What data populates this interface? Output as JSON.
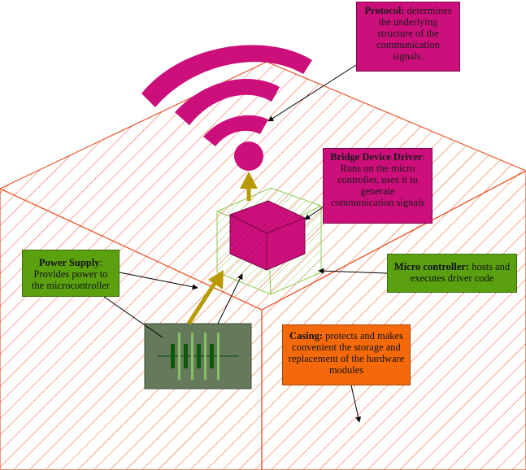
{
  "colors": {
    "casing": "#e8562a",
    "magenta": "#cc0f7a",
    "green": "#5aa00f",
    "battery": "#647a5a",
    "arrow_gold": "#b89a00",
    "orange": "#f46a0a"
  },
  "labels": {
    "protocol": {
      "title": "Protocol:",
      "body": " determines the underlying structure of the communication signals."
    },
    "bridge": {
      "title": "Bridge Device Driver",
      "body": ": Runs on the micro controller, uses it to generate communication signals"
    },
    "power": {
      "title": "Power Supply",
      "body": ": Provides power to the microcontroller"
    },
    "micro": {
      "title": "Micro controller:",
      "body": " hosts and executes driver code"
    },
    "casing": {
      "title": "Casing:",
      "body": " protects and makes convenient the storage and replacement of the hardware modules"
    }
  },
  "icons": {
    "wifi": "wifi-signal-icon",
    "battery": "battery-icon",
    "cube": "cube-icon"
  }
}
